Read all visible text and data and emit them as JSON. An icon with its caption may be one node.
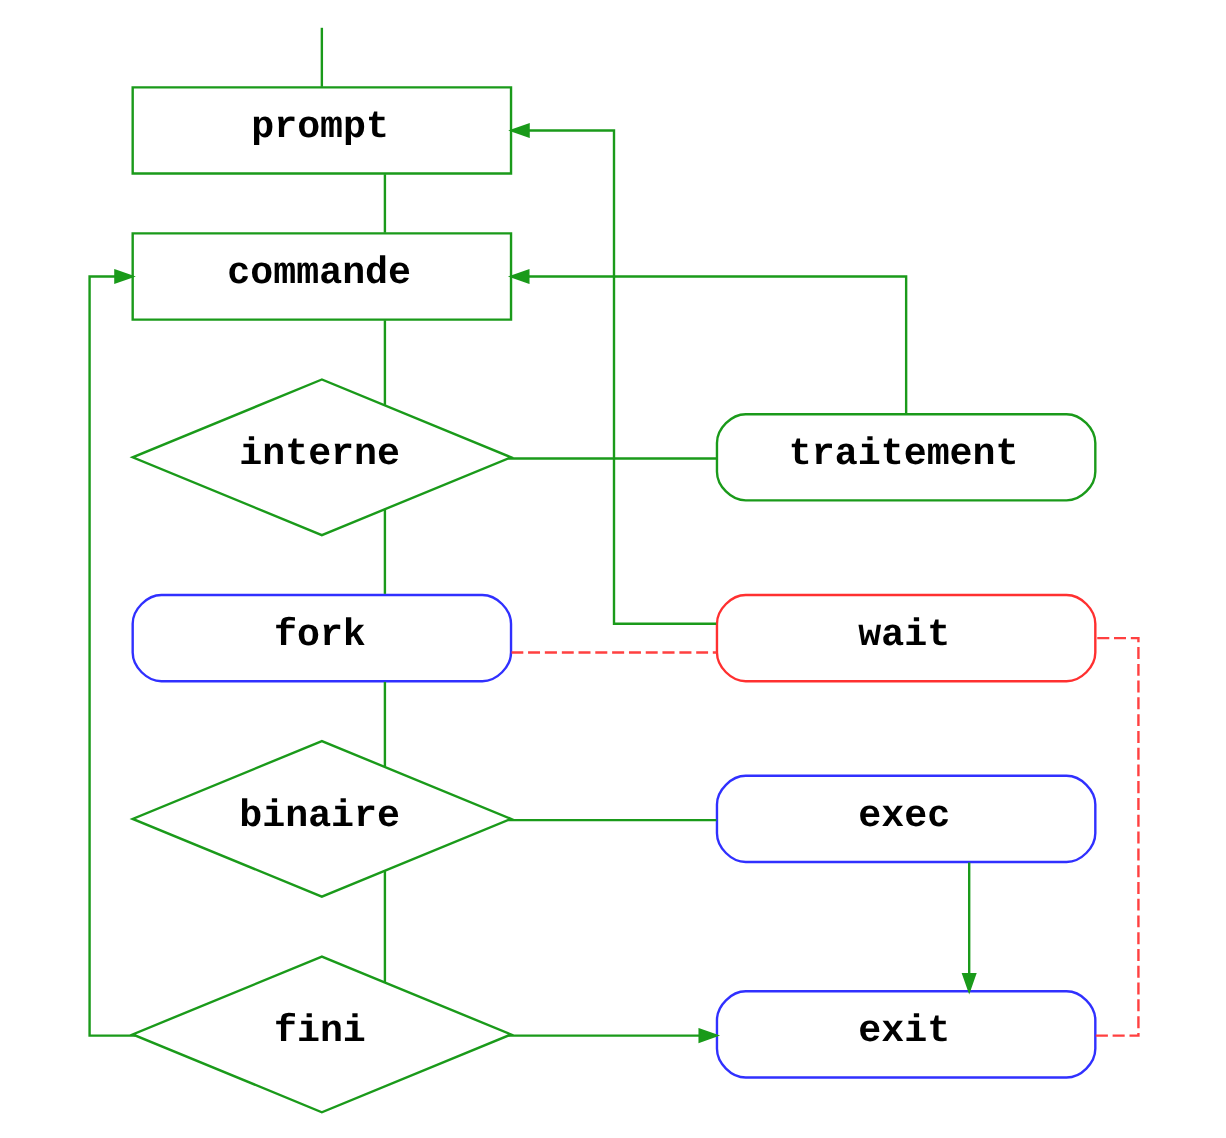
{
  "diagram": {
    "nodes": [
      {
        "text": [
          "prompt"
        ]
      },
      {
        "text": [
          "commande"
        ]
      },
      {
        "text": [
          "interne"
        ]
      },
      {
        "text": [
          "traitement"
        ]
      },
      {
        "text": [
          "fork"
        ]
      },
      {
        "text": [
          "wait"
        ]
      },
      {
        "text": [
          "binaire"
        ]
      },
      {
        "text": [
          "exec"
        ]
      },
      {
        "text": [
          "fini"
        ]
      },
      {
        "text": [
          "exit"
        ]
      }
    ],
    "edges": [
      {
        "from": null,
        "to": 0,
        "arrow": "none"
      },
      {
        "from": 0,
        "to": 1,
        "arrow": "none"
      },
      {
        "from": 1,
        "to": 2,
        "arrow": "none"
      },
      {
        "from": 2,
        "to": 3,
        "arrow": "none"
      },
      {
        "from": 3,
        "to": 1,
        "arrow": "to"
      },
      {
        "from": 2,
        "to": 4,
        "arrow": "none"
      },
      {
        "from": 4,
        "to": 5,
        "arrow": "none",
        "style": "dashed",
        "color": "#ff4040"
      },
      {
        "from": 5,
        "to": 0,
        "arrow": "to"
      },
      {
        "from": 4,
        "to": 6,
        "arrow": "none"
      },
      {
        "from": 6,
        "to": 7,
        "arrow": "none"
      },
      {
        "from": 7,
        "to": 9,
        "arrow": "to"
      },
      {
        "from": 6,
        "to": 8,
        "arrow": "none"
      },
      {
        "from": 8,
        "to": 9,
        "arrow": "to"
      },
      {
        "from": 9,
        "to": 5,
        "arrow": "none",
        "style": "dashed",
        "color": "#ff4040"
      },
      {
        "from": 8,
        "to": 1,
        "arrow": "to"
      }
    ]
  }
}
